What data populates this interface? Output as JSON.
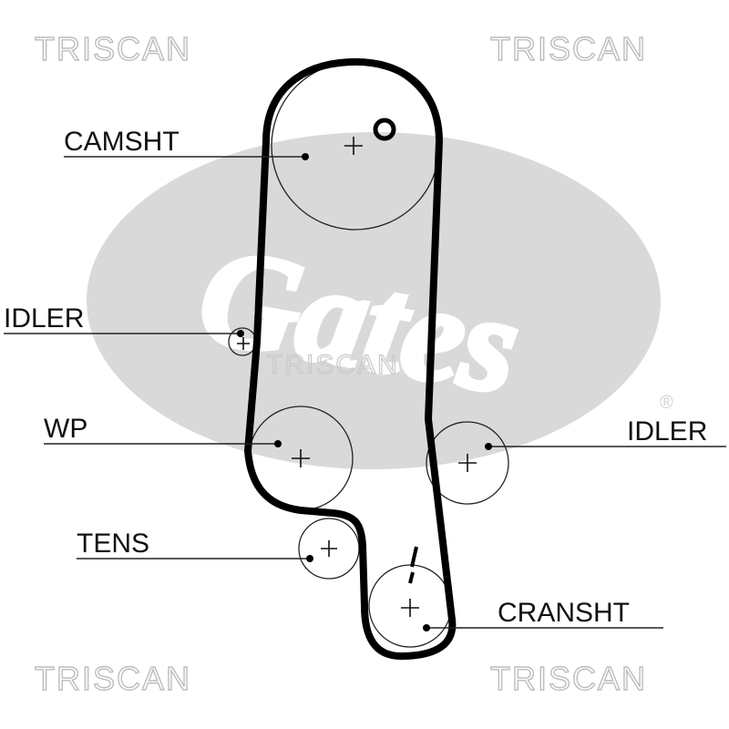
{
  "watermarks": {
    "top_left": "TRISCAN",
    "top_right": "TRISCAN",
    "center": "TRISCAN",
    "bottom_left": "TRISCAN",
    "bottom_right": "TRISCAN"
  },
  "logo": {
    "brand": "Gates",
    "registered_mark": "®",
    "color": "#d9d9d9"
  },
  "labels": {
    "camshaft": "CAMSHT",
    "idler_left": "IDLER",
    "water_pump": "WP",
    "idler_right": "IDLER",
    "tensioner": "TENS",
    "crankshaft": "CRANSHT"
  },
  "colors": {
    "belt": "#000000",
    "pulley_outline": "#222222",
    "leader_line": "#222222",
    "watermark_stroke": "#bdbdbd"
  }
}
